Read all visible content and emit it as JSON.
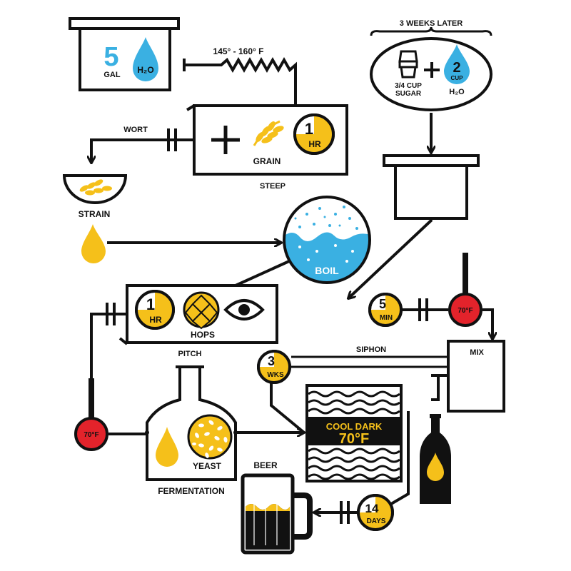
{
  "colors": {
    "ink": "#111111",
    "blue": "#3ab0e2",
    "yellow": "#f5c01a",
    "red": "#e3232b",
    "white": "#ffffff"
  },
  "water": {
    "num": "5",
    "unit": "GAL",
    "h2o": "H₂O"
  },
  "temp_range": "145° - 160° F",
  "steep": {
    "timer_num": "1",
    "timer_unit": "HR",
    "grain": "GRAIN",
    "label": "STEEP"
  },
  "wort": "WORT",
  "strain": "STRAIN",
  "boil": "BOIL",
  "hops_step": {
    "timer_num": "1",
    "timer_unit": "HR",
    "label": "HOPS"
  },
  "pitch": "PITCH",
  "thermo": {
    "left": "70°F",
    "right": "70°F"
  },
  "fermentation": {
    "yeast": "YEAST",
    "label": "FERMENTATION"
  },
  "three_weeks": {
    "num": "3",
    "unit": "WKS"
  },
  "siphon": "SIPHON",
  "storage": {
    "line1": "COOL DARK",
    "line2": "70°F"
  },
  "sugar": {
    "header": "3 WEEKS LATER",
    "sugar_amount": "3/4 CUP",
    "sugar_label": "SUGAR",
    "cup_num": "2",
    "cup_unit": "CUP",
    "h2o": "H₂O"
  },
  "five_min": {
    "num": "5",
    "unit": "MIN"
  },
  "mix": "MIX",
  "beer": "BEER",
  "fourteen_days": {
    "num": "14",
    "unit": "DAYS"
  }
}
